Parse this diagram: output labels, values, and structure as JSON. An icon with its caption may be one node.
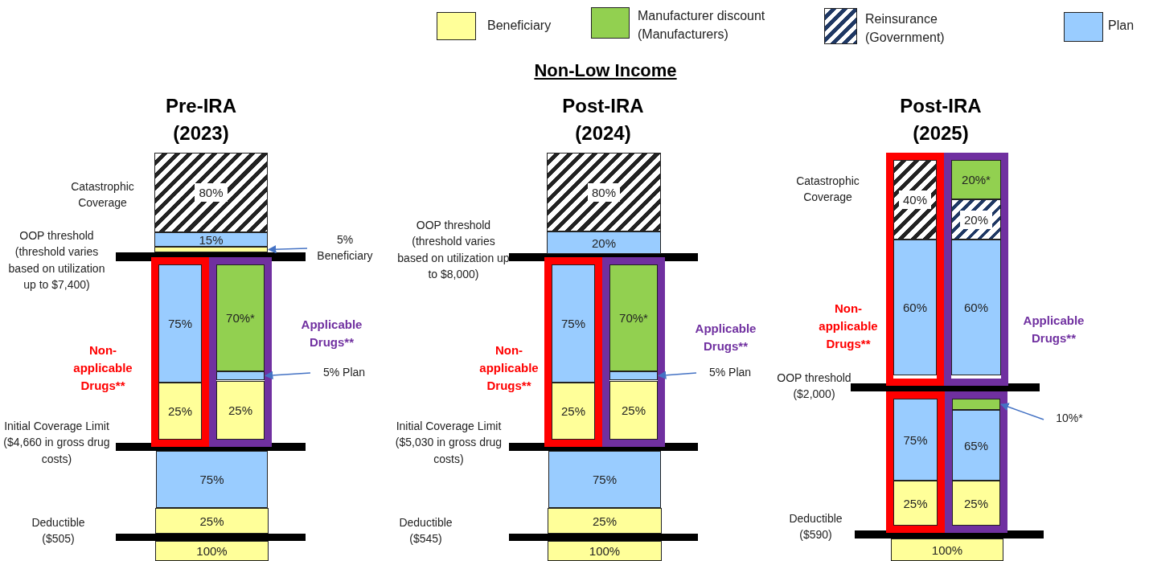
{
  "diagram": {
    "title": "Non-Low Income",
    "nodes": [
      {
        "text": [
          "80%"
        ]
      },
      {
        "text": [
          "15%"
        ]
      },
      {
        "text": [],
        "shape": "bar"
      },
      {
        "text": [
          "5% Beneficiary"
        ]
      },
      {
        "text": [
          "Non-applicable Drugs**"
        ]
      },
      {
        "text": [
          "75%"
        ],
        "in": 4
      },
      {
        "text": [
          "25%"
        ],
        "in": 4
      },
      {
        "text": [
          "Applicable Drugs**"
        ]
      },
      {
        "text": [
          "70%*"
        ],
        "in": 7
      },
      {
        "text": [],
        "shape": "bar",
        "in": 7
      },
      {
        "text": [
          "25%"
        ],
        "in": 7
      },
      {
        "text": [
          "5% Plan"
        ]
      },
      {
        "text": [
          "75%"
        ]
      },
      {
        "text": [
          "25%"
        ]
      },
      {
        "text": [
          "100%"
        ]
      },
      {
        "text": [
          "80%"
        ]
      },
      {
        "text": [
          "20%"
        ]
      },
      {
        "text": [
          "Non-applicable Drugs**"
        ]
      },
      {
        "text": [
          "75%"
        ],
        "in": 17
      },
      {
        "text": [
          "25%"
        ],
        "in": 17
      },
      {
        "text": [
          "Applicable Drugs**"
        ]
      },
      {
        "text": [
          "70%*"
        ],
        "in": 20
      },
      {
        "text": [],
        "shape": "bar",
        "in": 20
      },
      {
        "text": [
          "25%"
        ],
        "in": 20
      },
      {
        "text": [
          "5% Plan"
        ]
      },
      {
        "text": [
          "75%"
        ]
      },
      {
        "text": [
          "25%"
        ]
      },
      {
        "text": [
          "100%"
        ]
      },
      {
        "text": [
          "Non-applicable Drugs**"
        ]
      },
      {
        "text": [
          "40%"
        ],
        "in": 28
      },
      {
        "text": [
          "60%"
        ],
        "in": 28
      },
      {
        "text": [
          "Applicable Drugs**"
        ]
      },
      {
        "text": [
          "20%*"
        ],
        "in": 31
      },
      {
        "text": [
          "20%"
        ],
        "in": 31
      },
      {
        "text": [
          "60%"
        ],
        "in": 31
      },
      {
        "text": [],
        "shape": "box"
      },
      {
        "text": [
          "75%"
        ],
        "in": 35
      },
      {
        "text": [
          "25%"
        ],
        "in": 35
      },
      {
        "text": [],
        "shape": "box"
      },
      {
        "text": [],
        "shape": "bar",
        "in": 38
      },
      {
        "text": [
          "65%"
        ],
        "in": 38
      },
      {
        "text": [
          "25%"
        ],
        "in": 38
      },
      {
        "text": [
          "10%*"
        ]
      },
      {
        "text": [
          "100%"
        ]
      }
    ],
    "edges": [
      {
        "from": 3,
        "to": 2,
        "arrow": "to"
      },
      {
        "from": 11,
        "to": 9,
        "arrow": "to"
      },
      {
        "from": 24,
        "to": 22,
        "arrow": "to"
      },
      {
        "from": 42,
        "to": 39,
        "arrow": "to"
      }
    ],
    "labels": [
      "Pre-IRA (2023)",
      "Post-IRA (2024)",
      "Post-IRA (2025)",
      "Catastrophic Coverage",
      "OOP threshold (threshold varies based on utilization up to $7,400)",
      "Initial Coverage Limit ($4,660 in gross drug costs)",
      "Deductible ($505)",
      "OOP threshold (threshold varies based on utilization up to $8,000)",
      "Initial Coverage Limit ($5,030 in gross drug costs)",
      "Deductible ($545)",
      "Catastrophic Coverage",
      "OOP threshold ($2,000)",
      "Deductible ($590)"
    ],
    "legend": [
      {
        "text": "Beneficiary",
        "color": "#ffff99"
      },
      {
        "text": "Manufacturer discount (Manufacturers)",
        "color": "#92d050"
      },
      {
        "text": "Reinsurance (Government)"
      },
      {
        "text": "Plan",
        "color": "#99ccff"
      }
    ]
  }
}
